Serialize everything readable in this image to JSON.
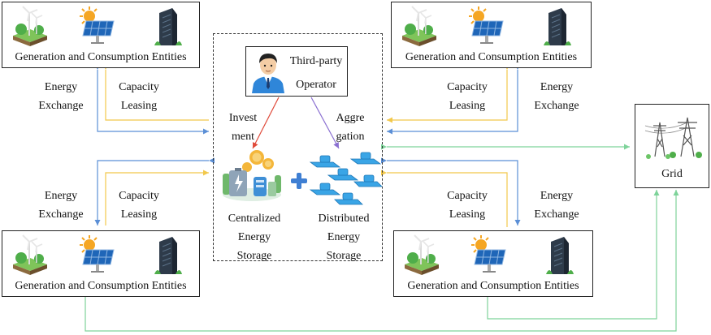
{
  "entities": [
    {
      "label": "Generation and Consumption Entities"
    },
    {
      "label": "Generation and Consumption Entities"
    },
    {
      "label": "Generation and Consumption Entities"
    },
    {
      "label": "Generation and Consumption Entities"
    }
  ],
  "operator": {
    "line1": "Third-party",
    "line2": "Operator"
  },
  "investment": {
    "line1": "Invest",
    "line2": "ment"
  },
  "aggregation": {
    "line1": "Aggre",
    "line2": "gation"
  },
  "centralized": {
    "line1": "Centralized",
    "line2": "Energy",
    "line3": "Storage"
  },
  "distributed": {
    "line1": "Distributed",
    "line2": "Energy",
    "line3": "Storage"
  },
  "grid": {
    "label": "Grid"
  },
  "flows": {
    "tl_energy": {
      "line1": "Energy",
      "line2": "Exchange"
    },
    "tl_capacity": {
      "line1": "Capacity",
      "line2": "Leasing"
    },
    "bl_energy": {
      "line1": "Energy",
      "line2": "Exchange"
    },
    "bl_capacity": {
      "line1": "Capacity",
      "line2": "Leasing"
    },
    "tr_capacity": {
      "line1": "Capacity",
      "line2": "Leasing"
    },
    "tr_energy": {
      "line1": "Energy",
      "line2": "Exchange"
    },
    "br_capacity": {
      "line1": "Capacity",
      "line2": "Leasing"
    },
    "br_energy": {
      "line1": "Energy",
      "line2": "Exchange"
    }
  },
  "colors": {
    "energy": "#5b8fd6",
    "capacity": "#f2c84b",
    "grid_link": "#7ed39a",
    "investment": "#e04a3a",
    "aggregation": "#8a6fd1"
  }
}
